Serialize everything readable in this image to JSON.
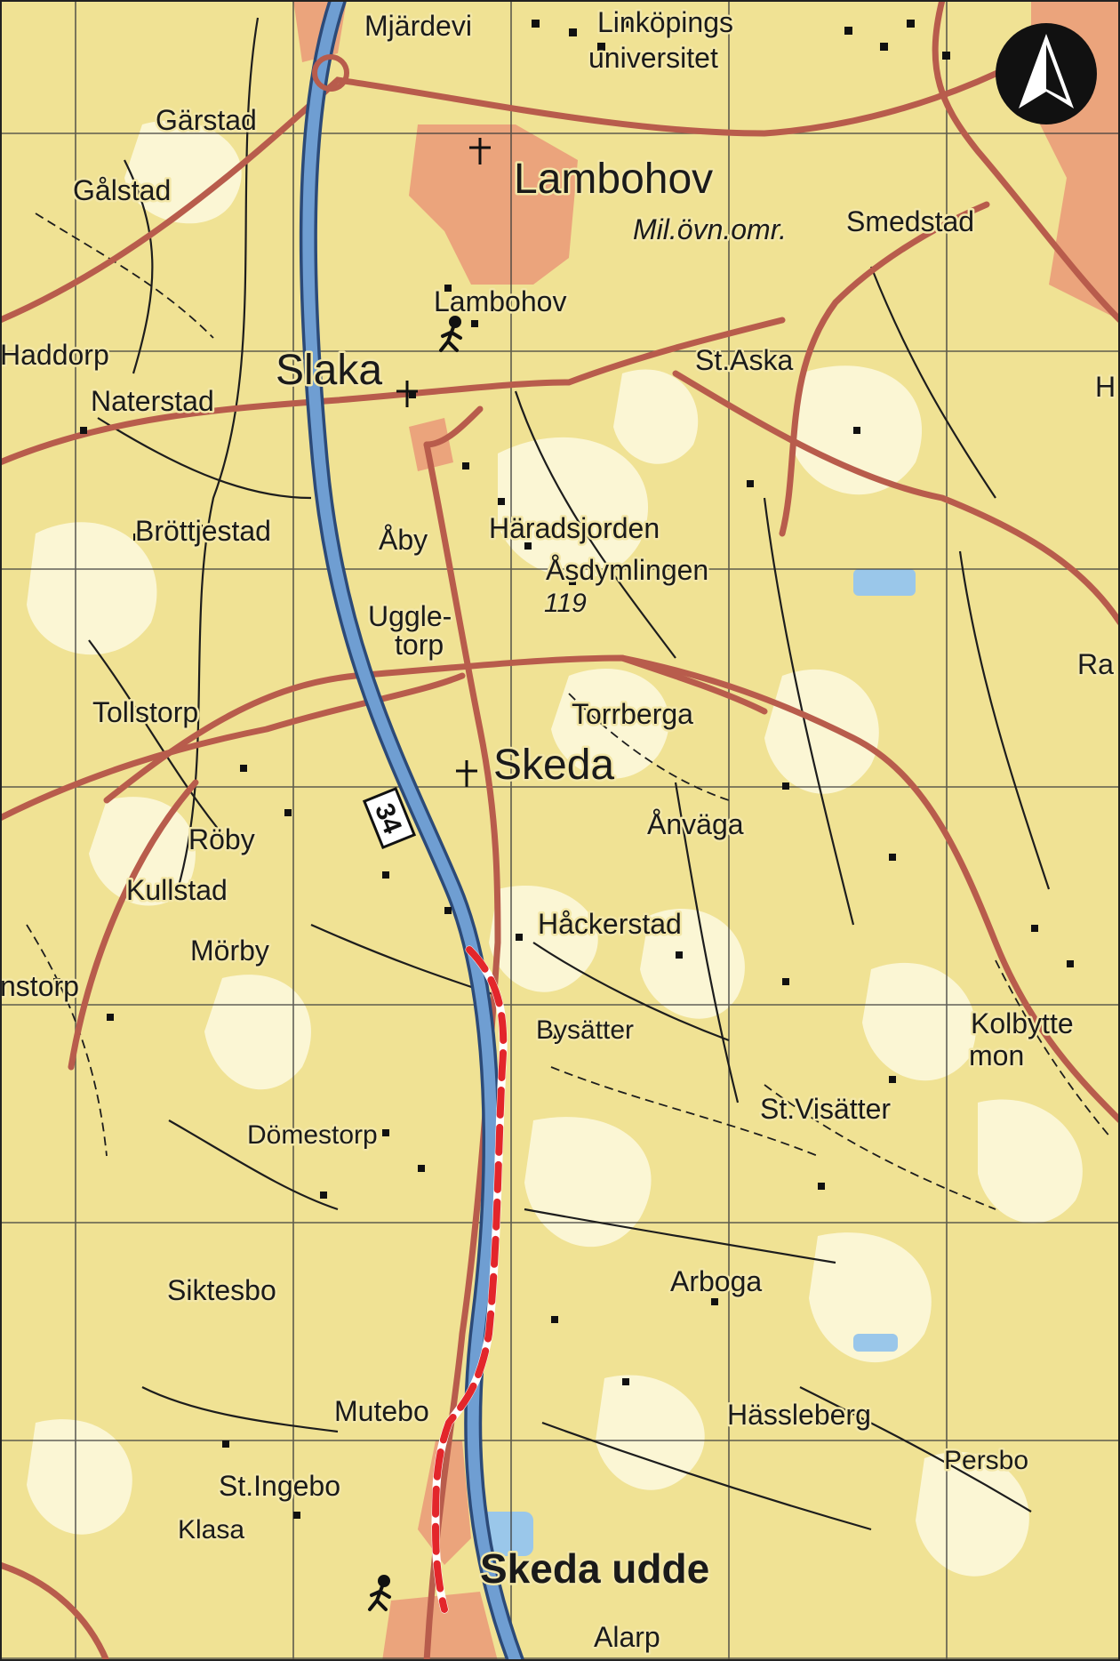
{
  "labels": {
    "mjardevi": "Mjärdevi",
    "linkopings": "Linköpings",
    "universitet": "universitet",
    "garstad": "Gärstad",
    "galstad": "Gålstad",
    "lambohov_big": "Lambohov",
    "milovn": "Mil.övn.omr.",
    "smedstad": "Smedstad",
    "lambohov_small": "Lambohov",
    "haddorp": "Haddorp",
    "slaka": "Slaka",
    "st_aska": "St.Aska",
    "h_edge": "H",
    "naterstad": "Naterstad",
    "brottjestad": "Bröttjestad",
    "aby": "Åby",
    "haradsjorden": "Häradsjorden",
    "asdymlingen": "Åsdymlingen",
    "elev_119": "119",
    "uggle": "Uggle-",
    "torp": "torp",
    "ra_edge": "Ra",
    "tollstorp": "Tollstorp",
    "torrberga": "Torrberga",
    "skeda": "Skeda",
    "road_34": "34",
    "roby": "Röby",
    "anvaga": "Ånväga",
    "kullstad": "Kullstad",
    "hackerstad": "Håckerstad",
    "morby": "Mörby",
    "nstorp": "nstorp",
    "bysatter": "Bysätter",
    "kolbytte": "Kolbytte",
    "mon": "mon",
    "st_visatter": "St.Visätter",
    "domestorp": "Dömestorp",
    "arboga": "Arboga",
    "siktesbo": "Siktesbo",
    "mutebo": "Mutebo",
    "hassleberg": "Hässleberg",
    "persbo": "Persbo",
    "st_ingebo": "St.Ingebo",
    "klasa": "Klasa",
    "skeda_udde": "Skeda udde",
    "alarp": "Alarp"
  },
  "icons": {
    "north_arrow": "north-arrow-icon",
    "hiker": "hiker-icon"
  },
  "colors": {
    "land": "#f0e294",
    "forest": "#fbf6d4",
    "urban": "#eba47c",
    "major_road": "#b85c4c",
    "highway_fill": "#6f9ed2",
    "highway_edge": "#2c4a78",
    "route_red": "#e3262b",
    "grid": "#3a3a3a",
    "water": "#9ac7ea"
  }
}
